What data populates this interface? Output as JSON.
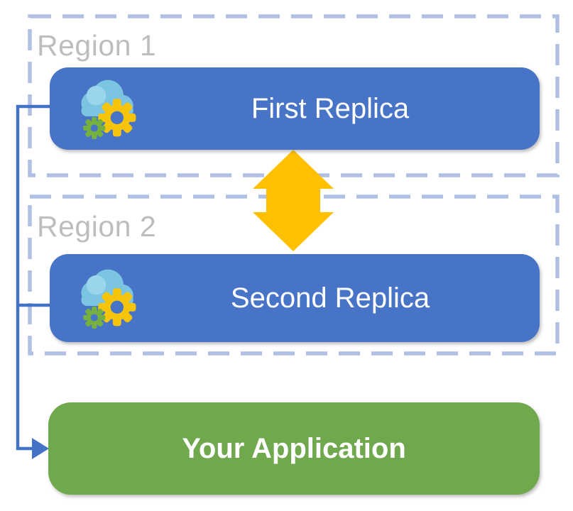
{
  "regions": [
    {
      "label": "Region 1",
      "replica": {
        "label": "First Replica",
        "icon": "cloud-gears-icon"
      }
    },
    {
      "label": "Region 2",
      "replica": {
        "label": "Second Replica",
        "icon": "cloud-gears-icon"
      }
    }
  ],
  "application": {
    "label": "Your Application"
  },
  "connectors": {
    "sync_arrow": {
      "icon": "double-vertical-arrow-icon",
      "between": [
        "First Replica",
        "Second Replica"
      ]
    },
    "app_link": {
      "icon": "elbow-arrow-icon",
      "from": "replicas",
      "to": "Your Application"
    }
  },
  "colors": {
    "replica_fill": "#4774C6",
    "application_fill": "#6FA84D",
    "sync_arrow_fill": "#FFC000",
    "region_border": "#B0C0E4",
    "region_label": "#BDBDBD",
    "connector_line": "#4472C4",
    "box_text": "#FFFFFF",
    "cloud_main": "#7BC4E2",
    "cloud_highlight": "#9AD5EC",
    "gear_yellow": "#F6C50B",
    "gear_green": "#76B13F"
  }
}
